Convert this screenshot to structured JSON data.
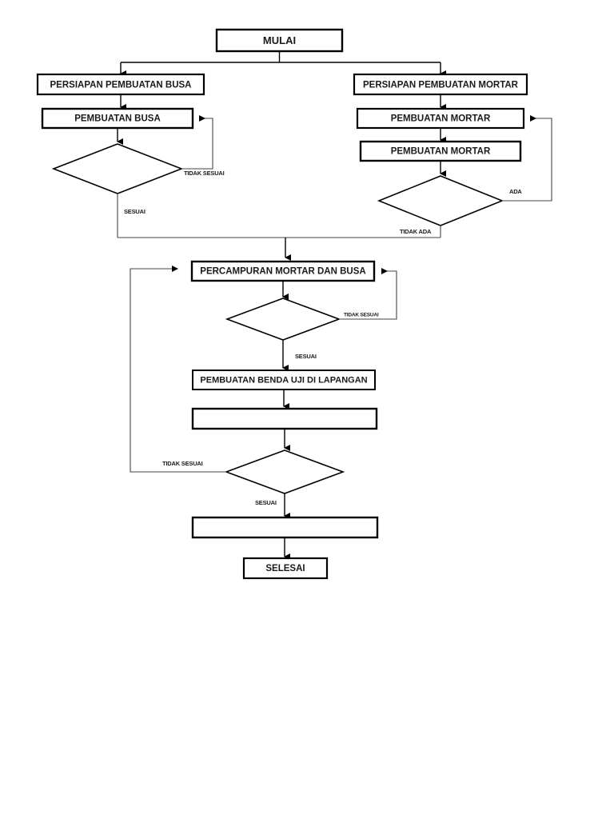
{
  "diagram": {
    "title": "Flowchart Pembuatan Mortar Busa",
    "type": "flowchart",
    "orientation": "top-to-bottom",
    "background_color": "#ffffff",
    "line_color": "#000000",
    "text_color": "#1a1a1a"
  },
  "nodes": {
    "start": {
      "label": "MULAI",
      "shape": "process-box"
    },
    "prep_busa": {
      "label": "PERSIAPAN PEMBUATAN BUSA",
      "shape": "process-box"
    },
    "prep_mortar": {
      "label": "PERSIAPAN PEMBUATAN MORTAR",
      "shape": "process-box"
    },
    "buat_busa": {
      "label": "PEMBUATAN BUSA",
      "shape": "process-box"
    },
    "buat_mortar_1": {
      "label": "PEMBUATAN MORTAR",
      "shape": "process-box"
    },
    "buat_mortar_2": {
      "label": "PEMBUATAN MORTAR",
      "shape": "process-box"
    },
    "cek_busa": {
      "label": "",
      "shape": "decision-diamond"
    },
    "cek_mortar": {
      "label": "",
      "shape": "decision-diamond"
    },
    "percampuran": {
      "label": "PERCAMPURAN MORTAR DAN BUSA",
      "shape": "process-box"
    },
    "cek_campuran": {
      "label": "",
      "shape": "decision-diamond"
    },
    "benda_uji": {
      "label": "PEMBUATAN BENDA UJI DI LAPANGAN",
      "shape": "process-box"
    },
    "blank_box_1": {
      "label": "",
      "shape": "process-box"
    },
    "cek_uji": {
      "label": "",
      "shape": "decision-diamond"
    },
    "blank_box_2": {
      "label": "",
      "shape": "process-box"
    },
    "end": {
      "label": "SELESAI",
      "shape": "process-box"
    }
  },
  "edge_labels": {
    "busa_tidak_sesuai": "TIDAK SESUAI",
    "busa_sesuai": "SESUAI",
    "mortar_ada": "ADA",
    "mortar_tidak_ada": "TIDAK ADA",
    "campuran_tidak_sesuai": "TIDAK SESUAI",
    "campuran_sesuai": "SESUAI",
    "uji_tidak_sesuai": "TIDAK SESUAI",
    "uji_sesuai": "SESUAI"
  }
}
